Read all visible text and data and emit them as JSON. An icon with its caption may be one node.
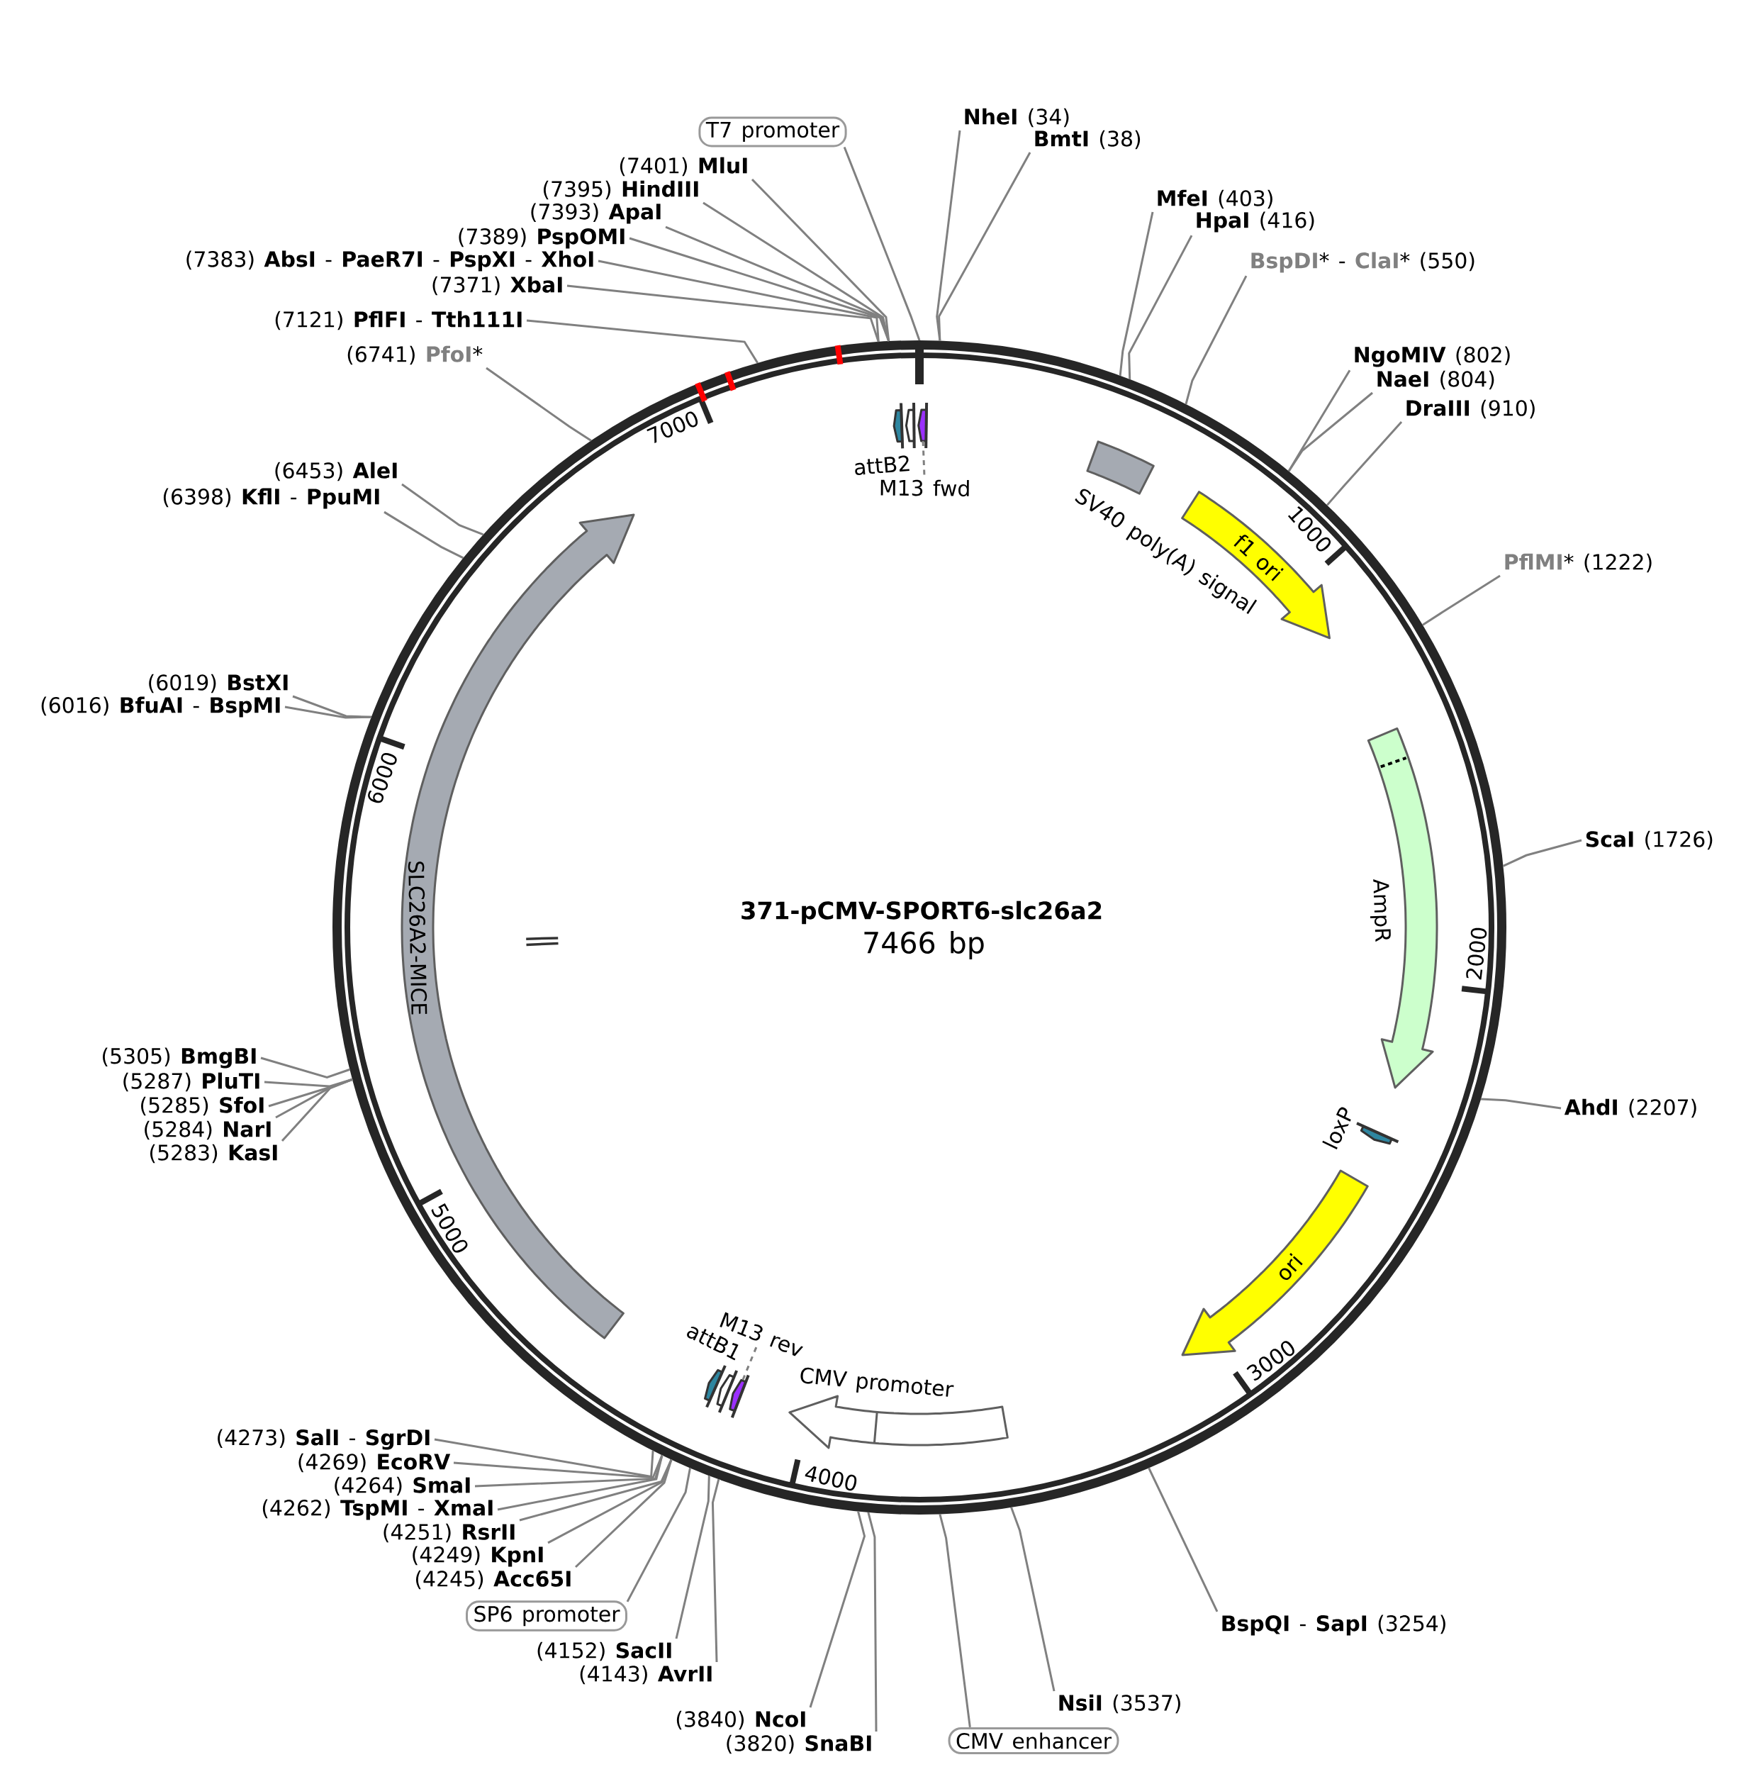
{
  "diagram": {
    "title": "371-pCMV-SPORT6-slc26a2",
    "nodes": [
      {
        "text": [],
        "shape": "circle"
      },
      {
        "text": [],
        "shape": "arrow",
        "beside": [
          "attB2"
        ],
        "in": 0
      },
      {
        "text": [],
        "shape": "arrow",
        "in": 0
      },
      {
        "text": [],
        "shape": "arrow",
        "in": 0
      },
      {
        "text": [
          "M13 fwd"
        ],
        "in": 0
      },
      {
        "text": [],
        "shape": "box",
        "beside": [
          "SV40 poly(A) signal"
        ],
        "in": 0
      },
      {
        "text": [
          "f1 ori"
        ],
        "in": 0
      },
      {
        "text": [],
        "shape": "arrow",
        "beside": [
          "AmpR"
        ],
        "in": 0
      },
      {
        "text": [],
        "shape": "arrow",
        "beside": [
          "loxP"
        ],
        "in": 0
      },
      {
        "text": [
          "ori"
        ],
        "in": 0
      },
      {
        "text": [],
        "shape": "arrow",
        "beside": [
          "CMV promoter"
        ],
        "in": 0
      },
      {
        "text": [
          "M13 rev"
        ],
        "in": 0
      },
      {
        "text": [],
        "shape": "arrow",
        "in": 0
      },
      {
        "text": [],
        "shape": "arrow",
        "in": 0
      },
      {
        "text": [],
        "shape": "arrow",
        "beside": [
          "attB1"
        ],
        "in": 0
      },
      {
        "text": [
          "SLC26A2-MICE"
        ],
        "in": 0
      },
      {
        "text": [],
        "shape": "bar",
        "in": 0
      },
      {
        "text": [
          "**NheI** (34)"
        ]
      },
      {
        "text": [
          "**BmtI** (38)"
        ]
      },
      {
        "text": [
          "**MfeI** (403)"
        ]
      },
      {
        "text": [
          "**HpaI** (416)"
        ]
      },
      {
        "text": [
          "**BspDI*** - **ClaI*** (550)"
        ]
      },
      {
        "text": [
          "**NgoMIV** (802)"
        ]
      },
      {
        "text": [
          "**NaeI** (804)"
        ]
      },
      {
        "text": [
          "**DraIII** (910)"
        ]
      },
      {
        "text": [
          "**PflMI*** (1222)"
        ]
      },
      {
        "text": [
          "**ScaI** (1726)"
        ]
      },
      {
        "text": [
          "**AhdI** (2207)"
        ]
      },
      {
        "text": [
          "**BspQI** - **SapI** (3254)"
        ]
      },
      {
        "text": [
          "**NsiI** (3537)"
        ]
      },
      {
        "text": [
          "CMV enhancer"
        ]
      },
      {
        "text": [
          "(3820) **SnaBI**"
        ]
      },
      {
        "text": [
          "(3840) **NcoI**"
        ]
      },
      {
        "text": [
          "(4143) **AvrII**"
        ]
      },
      {
        "text": [
          "(4152) **SacII**"
        ]
      },
      {
        "text": [
          "SP6 promoter"
        ]
      },
      {
        "text": [
          "(4245) **Acc65I**"
        ]
      },
      {
        "text": [
          "(4249) **KpnI**"
        ]
      },
      {
        "text": [
          "(4251) **RsrII**"
        ]
      },
      {
        "text": [
          "(4262) **TspMI** - **XmaI**"
        ]
      },
      {
        "text": [
          "(4264) **SmaI**"
        ]
      },
      {
        "text": [
          "(4269) **EcoRV**"
        ]
      },
      {
        "text": [
          "(4273) **SalI** - **SgrDI**"
        ]
      },
      {
        "text": [
          "(5283) **KasI**"
        ]
      },
      {
        "text": [
          "(5284) **NarI**"
        ]
      },
      {
        "text": [
          "(5285) **SfoI**"
        ]
      },
      {
        "text": [
          "(5287) **PluTI**"
        ]
      },
      {
        "text": [
          "(5305) **BmgBI**"
        ]
      },
      {
        "text": [
          "(6016) **BfuAI** - **BspMI**"
        ]
      },
      {
        "text": [
          "(6019) **BstXI**"
        ]
      },
      {
        "text": [
          "(6398) **KflI** - **PpuMI**"
        ]
      },
      {
        "text": [
          "(6453) **AleI**"
        ]
      },
      {
        "text": [
          "(6741) **PfoI***"
        ]
      },
      {
        "text": [
          "(7121) **PflFI** - **Tth111I**"
        ]
      },
      {
        "text": [
          "(7371) **XbaI**"
        ]
      },
      {
        "text": [
          "(7383) **AbsI** - **PaeR7I** - **PspXI** - **XhoI**"
        ]
      },
      {
        "text": [
          "(7389) **PspOMI**"
        ]
      },
      {
        "text": [
          "(7393) **ApaI**"
        ]
      },
      {
        "text": [
          "(7395) **HindIII**"
        ]
      },
      {
        "text": [
          "(7401) **MluI**"
        ]
      },
      {
        "text": [
          "T7 promoter"
        ]
      }
    ],
    "edges": [
      {
        "from": 4,
        "to": 3,
        "arrow": "none",
        "style": "dashed"
      },
      {
        "from": 11,
        "to": 12,
        "arrow": "none",
        "style": "dashed"
      },
      {
        "from": 17,
        "to": 0,
        "arrow": "none"
      },
      {
        "from": 18,
        "to": 0,
        "arrow": "none"
      },
      {
        "from": 19,
        "to": 0,
        "arrow": "none"
      },
      {
        "from": 20,
        "to": 0,
        "arrow": "none"
      },
      {
        "from": 21,
        "to": 0,
        "arrow": "none"
      },
      {
        "from": 22,
        "to": 0,
        "arrow": "none"
      },
      {
        "from": 23,
        "to": 0,
        "arrow": "none"
      },
      {
        "from": 24,
        "to": 0,
        "arrow": "none"
      },
      {
        "from": 25,
        "to": 0,
        "arrow": "none"
      },
      {
        "from": 26,
        "to": 0,
        "arrow": "none"
      },
      {
        "from": 27,
        "to": 0,
        "arrow": "none"
      },
      {
        "from": 28,
        "to": 0,
        "arrow": "none"
      },
      {
        "from": 29,
        "to": 0,
        "arrow": "none"
      },
      {
        "from": 30,
        "to": 0,
        "arrow": "none"
      },
      {
        "from": 31,
        "to": 0,
        "arrow": "none"
      },
      {
        "from": 32,
        "to": 0,
        "arrow": "none"
      },
      {
        "from": 33,
        "to": 0,
        "arrow": "none"
      },
      {
        "from": 34,
        "to": 0,
        "arrow": "none"
      },
      {
        "from": 35,
        "to": 0,
        "arrow": "none"
      },
      {
        "from": 36,
        "to": 0,
        "arrow": "none"
      },
      {
        "from": 37,
        "to": 0,
        "arrow": "none"
      },
      {
        "from": 38,
        "to": 0,
        "arrow": "none"
      },
      {
        "from": 39,
        "to": 0,
        "arrow": "none"
      },
      {
        "from": 40,
        "to": 0,
        "arrow": "none"
      },
      {
        "from": 41,
        "to": 0,
        "arrow": "none"
      },
      {
        "from": 42,
        "to": 0,
        "arrow": "none"
      },
      {
        "from": 43,
        "to": 0,
        "arrow": "none"
      },
      {
        "from": 44,
        "to": 0,
        "arrow": "none"
      },
      {
        "from": 45,
        "to": 0,
        "arrow": "none"
      },
      {
        "from": 46,
        "to": 0,
        "arrow": "none"
      },
      {
        "from": 47,
        "to": 0,
        "arrow": "none"
      },
      {
        "from": 48,
        "to": 0,
        "arrow": "none"
      },
      {
        "from": 49,
        "to": 0,
        "arrow": "none"
      },
      {
        "from": 50,
        "to": 0,
        "arrow": "none"
      },
      {
        "from": 51,
        "to": 0,
        "arrow": "none"
      },
      {
        "from": 52,
        "to": 0,
        "arrow": "none"
      },
      {
        "from": 53,
        "to": 0,
        "arrow": "none"
      },
      {
        "from": 54,
        "to": 0,
        "arrow": "none"
      },
      {
        "from": 55,
        "to": 0,
        "arrow": "none"
      },
      {
        "from": 56,
        "to": 0,
        "arrow": "none"
      },
      {
        "from": 57,
        "to": 0,
        "arrow": "none"
      },
      {
        "from": 58,
        "to": 0,
        "arrow": "none"
      },
      {
        "from": 59,
        "to": 0,
        "arrow": "none"
      },
      {
        "from": 60,
        "to": 0,
        "arrow": "none"
      }
    ],
    "labels": [
      "7466 bp",
      "1000",
      "2000",
      "3000",
      "4000",
      "5000",
      "6000",
      "7000"
    ]
  }
}
